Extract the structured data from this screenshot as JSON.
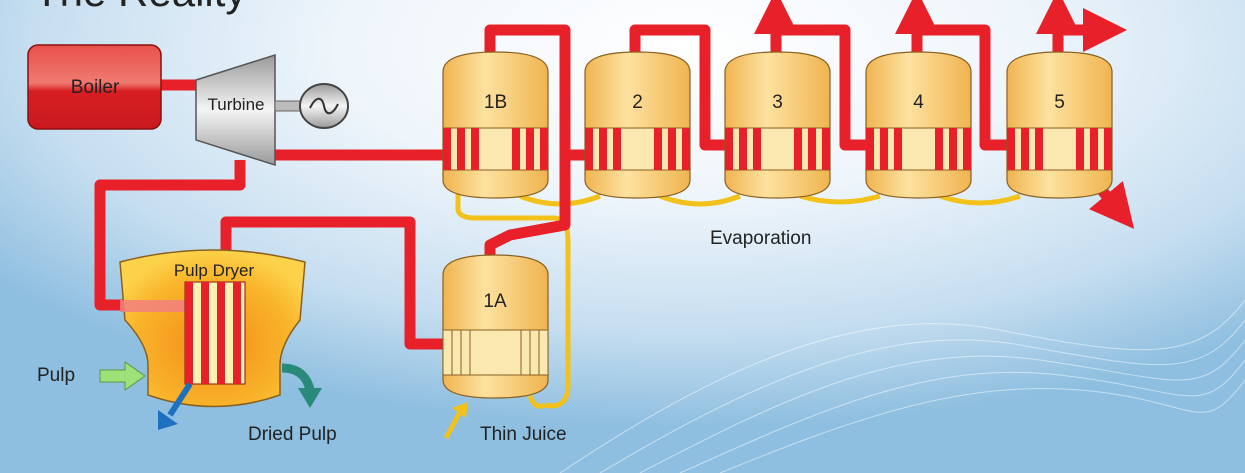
{
  "title": "The Reality",
  "components": {
    "boiler": "Boiler",
    "turbine": "Turbine",
    "pulp_dryer": "Pulp Dryer",
    "evaporators": [
      "1B",
      "2",
      "3",
      "4",
      "5"
    ],
    "evaporator_1a": "1A"
  },
  "labels": {
    "evaporation": "Evaporation",
    "pulp": "Pulp",
    "dried_pulp": "Dried Pulp",
    "thin_juice": "Thin Juice"
  },
  "colors": {
    "steam_pipe": "#e8202a",
    "juice_pipe": "#f2c21a",
    "tank": "#f7c66a",
    "boiler": "#d81e22"
  }
}
